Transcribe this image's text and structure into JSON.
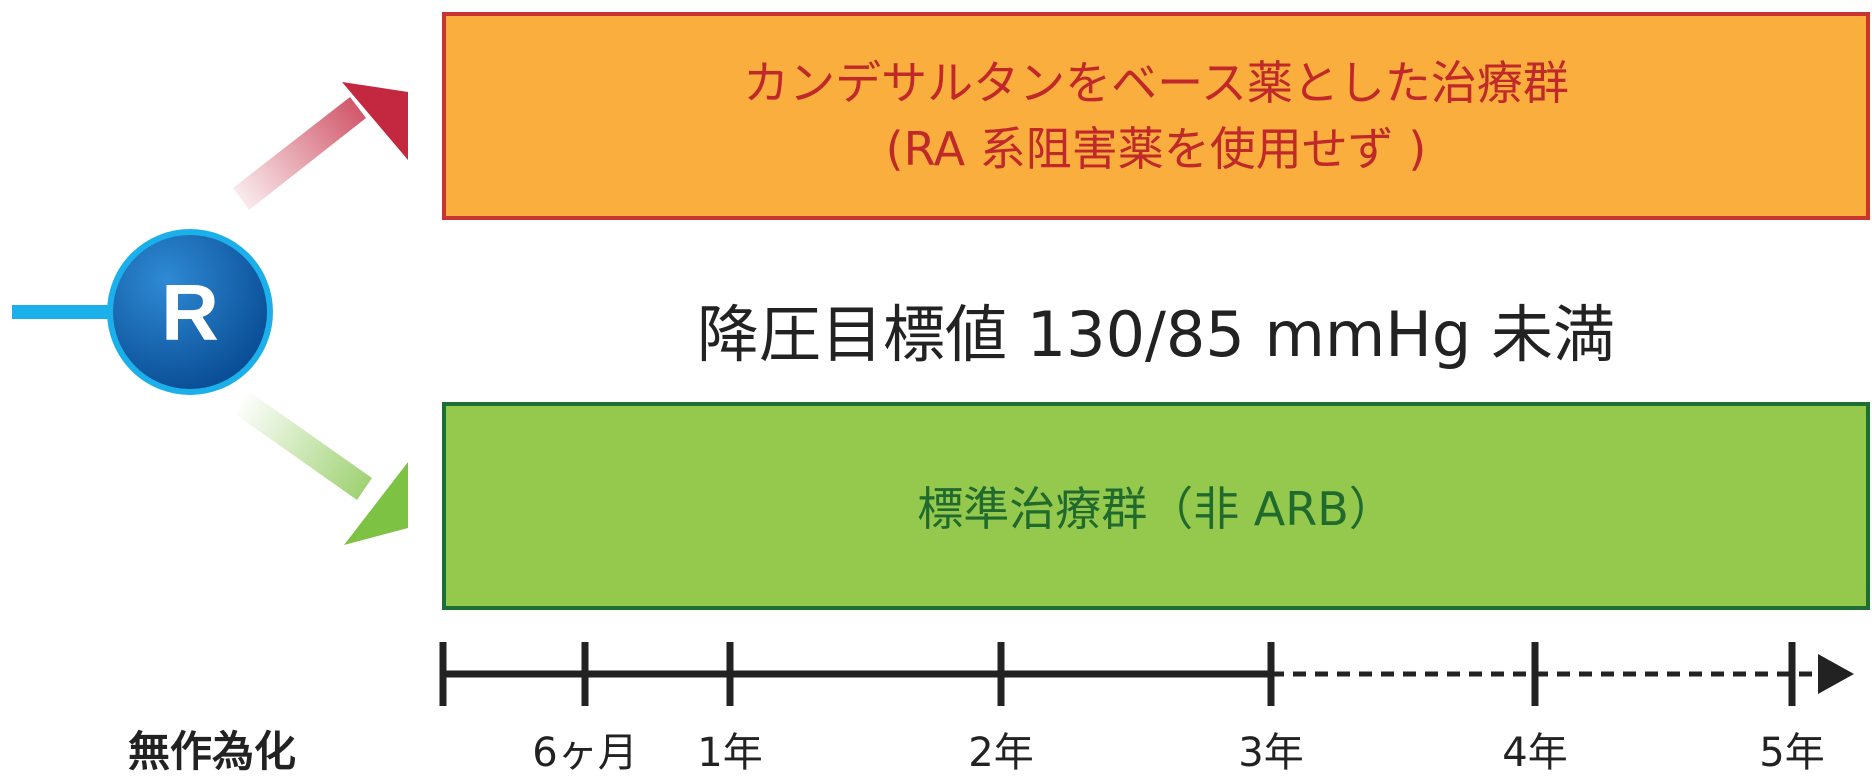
{
  "randomization": {
    "circle_letter": "R",
    "label": "無作為化"
  },
  "arms": [
    {
      "line1": "カンデサルタンをベース薬とした治療群",
      "line2": "(RA 系阻害薬を使用せず )",
      "fill": "#f9ae3e",
      "border": "#c8352e",
      "text_color": "#c0282a"
    },
    {
      "line1": "標準治療群（非 ARB）",
      "fill": "#95c94d",
      "border": "#1c6e32",
      "text_color": "#1f6a2c"
    }
  ],
  "target": "降圧目標値 130/85 mmHg 未満",
  "timeline": {
    "ticks": [
      "6ヶ月",
      "1年",
      "2年",
      "3年",
      "4年",
      "5年"
    ],
    "solid_until": "3年",
    "dashed_after": "3年"
  },
  "colors": {
    "circle_fill": "#0a62b0",
    "circle_ring": "#1bb0ea",
    "line": "#1bb0ea",
    "arrow_up": "#c42740",
    "arrow_down": "#7dc242",
    "axis": "#222222"
  }
}
